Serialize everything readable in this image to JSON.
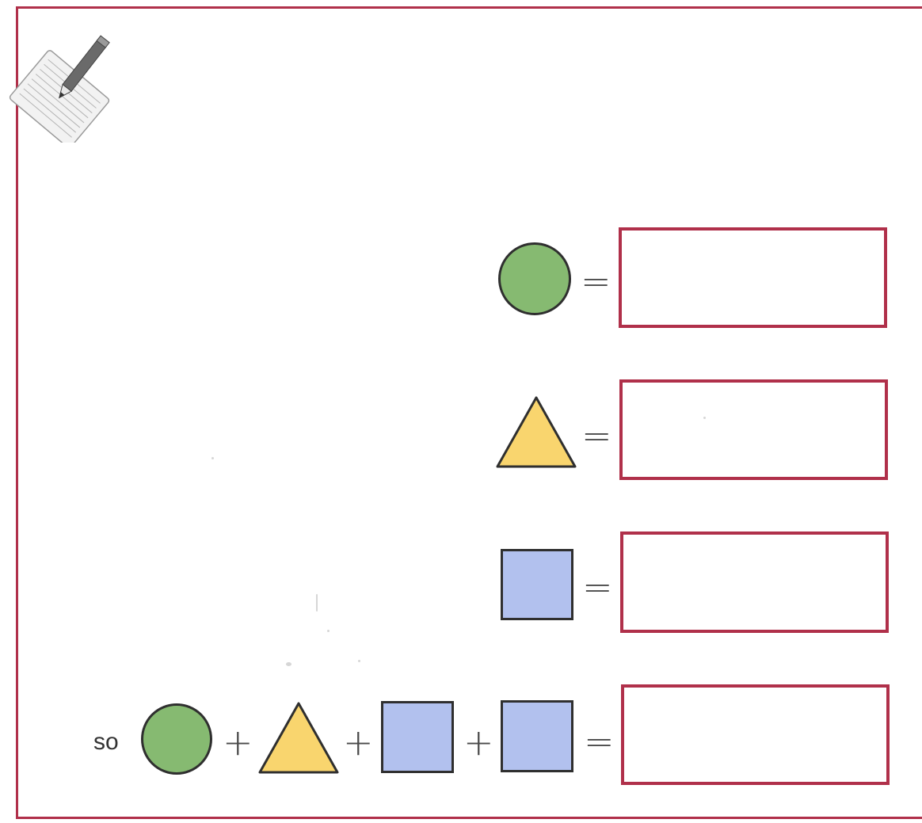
{
  "worksheet": {
    "icon": "notepad-pencil-icon",
    "rows": [
      {
        "shape": "circle",
        "equals": "=",
        "answer": ""
      },
      {
        "shape": "triangle",
        "equals": "=",
        "answer": ""
      },
      {
        "shape": "square",
        "equals": "=",
        "answer": ""
      }
    ],
    "summary": {
      "lead": "so",
      "shapes": [
        "circle",
        "triangle",
        "square",
        "square"
      ],
      "plus": "+",
      "equals": "=",
      "answer": ""
    },
    "colors": {
      "frame": "#b0304a",
      "circle": "#86ba71",
      "triangle": "#f9d56e",
      "square": "#b2c1ee"
    }
  }
}
